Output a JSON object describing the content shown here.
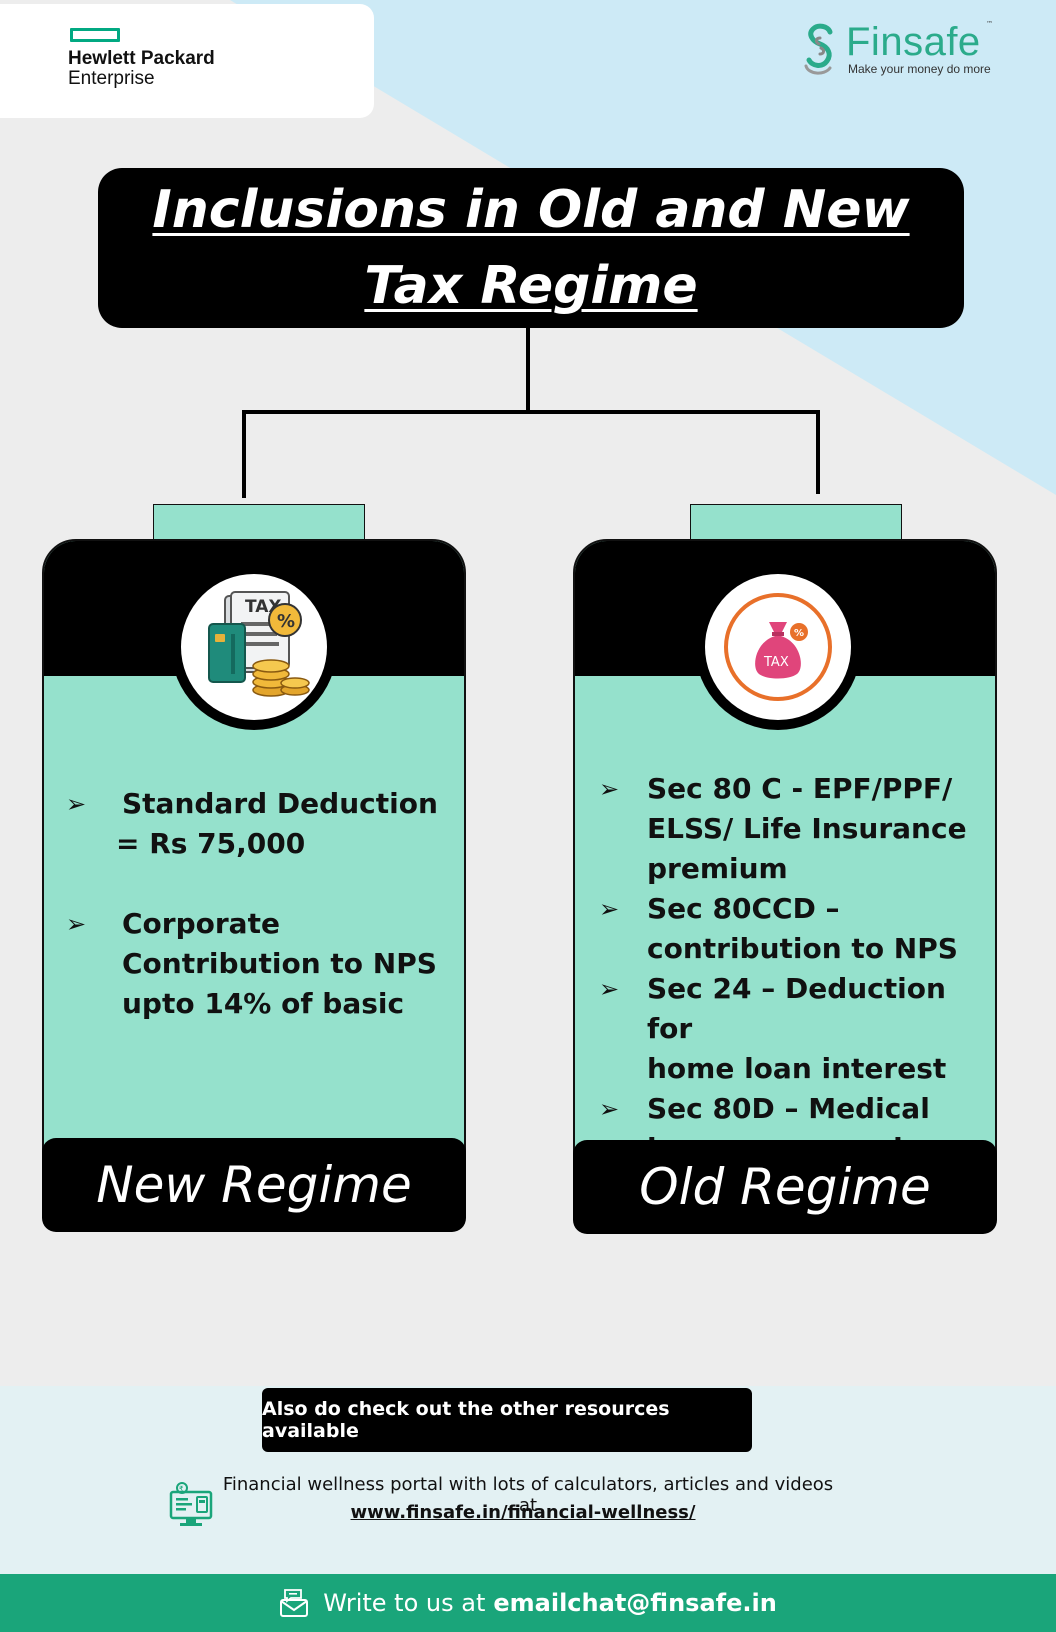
{
  "header": {
    "left_logo": {
      "name_line1": "Hewlett Packard",
      "name_line2": "Enterprise"
    },
    "right_logo": {
      "name": "Finsafe",
      "trademark": "™",
      "tagline": "Make your money do more"
    }
  },
  "title": "Inclusions in Old and New Tax Regime",
  "new_regime": {
    "label": "New Regime",
    "icon": "tax-document-coins-icon",
    "items": [
      {
        "line1": "Standard Deduction",
        "line2": "= Rs 75,000"
      },
      {
        "line1": "Corporate",
        "line2": "Contribution to NPS",
        "line3": "upto 14% of basic"
      }
    ]
  },
  "old_regime": {
    "label": "Old Regime",
    "icon": "tax-money-bag-icon",
    "icon_text": "TAX",
    "items": [
      {
        "line1": "Sec 80 C -  EPF/PPF/",
        "line2": "ELSS/ Life Insurance",
        "line3": "premium"
      },
      {
        "line1": "Sec 80CCD –",
        "line2": "contribution to NPS"
      },
      {
        "line1": "Sec 24 – Deduction for",
        "line2": "home loan interest"
      },
      {
        "line1": "Sec 80D – Medical",
        "line2": "insurance premium"
      }
    ]
  },
  "footer": {
    "cta": "Also do check out the other resources available",
    "portal_text": "Financial wellness portal with lots of calculators, articles and videos at",
    "portal_link": "www.finsafe.in/financial-wellness/",
    "contact_prefix": "Write to us at",
    "contact_email": "emailchat@finsafe.in"
  },
  "colors": {
    "mint": "#95e1cc",
    "black": "#000000",
    "footer_green": "#1aa57a",
    "finsafe_green": "#2bab8b",
    "hpe_green": "#01a982",
    "tax_orange": "#e8702a",
    "tax_pink": "#e0457b"
  }
}
